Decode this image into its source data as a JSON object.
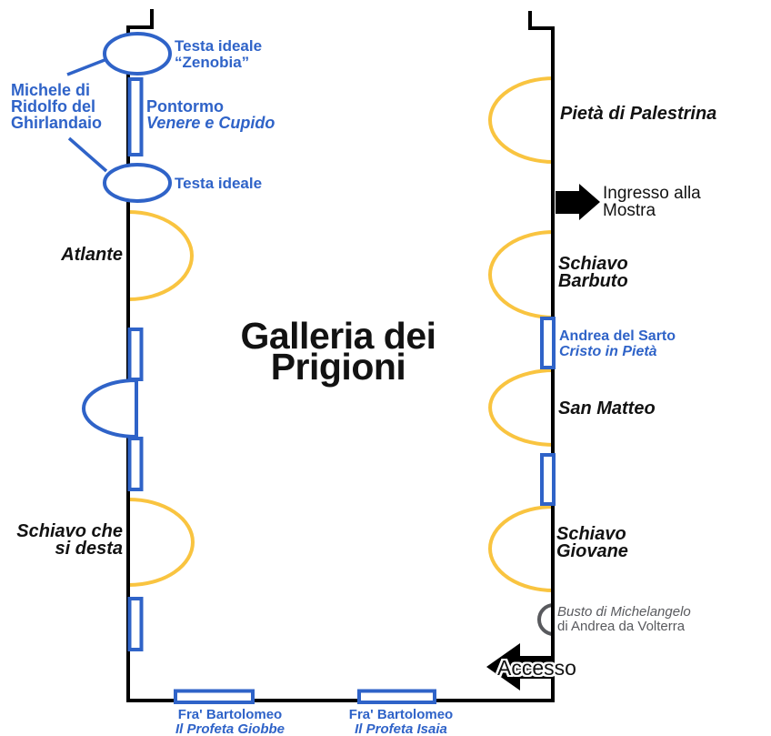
{
  "title": {
    "line1": "Galleria dei",
    "line2": "Prigioni"
  },
  "colors": {
    "michelangelo_yellow": "#F9C440",
    "other_artworks_blue": "#2F63C8",
    "busto_gray": "#595A5E",
    "wall_black": "#000000",
    "background": "#FFFFFF"
  },
  "icons": {
    "ingresso_arrow": "right-arrow",
    "accesso_arrow": "left-arrow"
  },
  "left_wall": {
    "michele": {
      "line1": "Michele di",
      "line2": "Ridolfo del",
      "line3": "Ghirlandaio"
    },
    "testa_zenobia": {
      "line1": "Testa ideale",
      "line2": "“Zenobia”"
    },
    "pontormo": {
      "artist": "Pontormo",
      "work": "Venere e Cupido"
    },
    "testa_ideale": "Testa ideale",
    "atlante": "Atlante",
    "schiavo_desta": {
      "line1": "Schiavo che",
      "line2": "si desta"
    }
  },
  "right_wall": {
    "pieta_palestrina": "Pietà di Palestrina",
    "ingresso": {
      "line1": "Ingresso alla",
      "line2": "Mostra"
    },
    "schiavo_barbuto": {
      "line1": "Schiavo",
      "line2": "Barbuto"
    },
    "andrea_sarto": {
      "artist": "Andrea del Sarto",
      "work": "Cristo in Pietà"
    },
    "san_matteo": "San Matteo",
    "schiavo_giovane": {
      "line1": "Schiavo",
      "line2": "Giovane"
    },
    "busto": {
      "line1": "Busto di Michelangelo",
      "line2": "di Andrea da Volterra"
    },
    "accesso": "Accesso"
  },
  "bottom_wall": {
    "fra_giobbe": {
      "artist": "Fra' Bartolomeo",
      "work": "Il Profeta Giobbe"
    },
    "fra_isaia": {
      "artist": "Fra' Bartolomeo",
      "work": "Il Profeta Isaia"
    }
  }
}
